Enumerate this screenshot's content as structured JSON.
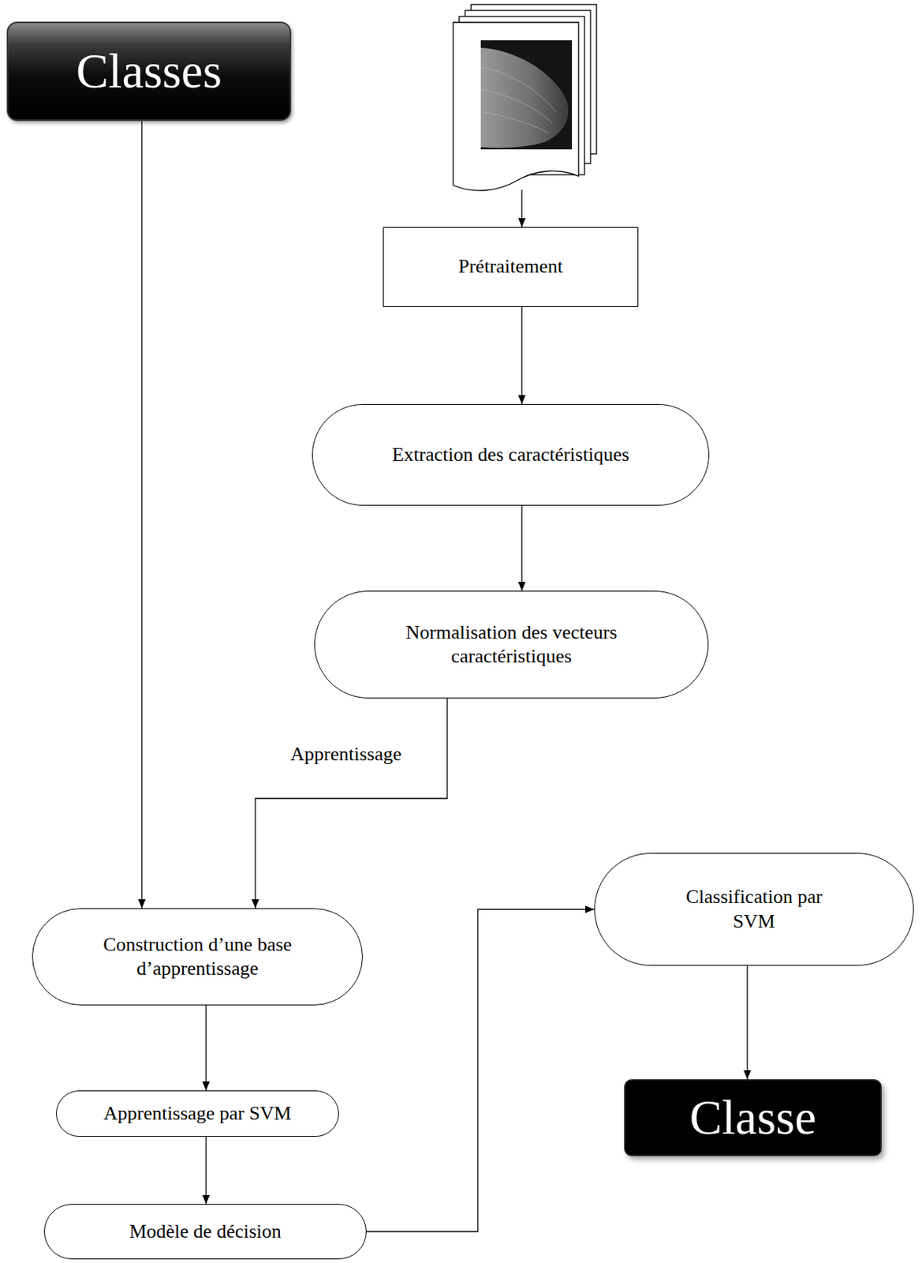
{
  "diagram": {
    "nodes": [
      {
        "text": [
          "Classes"
        ]
      },
      {
        "text": [
          "Prétraitement"
        ]
      },
      {
        "text": [
          "Extraction des caractéristiques"
        ]
      },
      {
        "text": [
          "Normalisation des vecteurs caractéristiques"
        ]
      },
      {
        "text": [
          "Construction d’une base d’apprentissage"
        ]
      },
      {
        "text": [
          "Apprentissage par SVM"
        ]
      },
      {
        "text": [
          "Modèle de décision"
        ]
      },
      {
        "text": [
          "Classification par SVM"
        ]
      },
      {
        "text": [
          "Classe"
        ]
      }
    ],
    "edges": [
      {
        "from": 0,
        "to": 4,
        "arrow": "to"
      },
      {
        "from": 1,
        "to": 2,
        "arrow": "to"
      },
      {
        "from": 2,
        "to": 3,
        "arrow": "to"
      },
      {
        "from": 3,
        "to": 4,
        "label": "Apprentissage",
        "arrow": "to"
      },
      {
        "from": 4,
        "to": 5,
        "arrow": "to"
      },
      {
        "from": 5,
        "to": 6,
        "arrow": "to"
      },
      {
        "from": 6,
        "to": 7,
        "arrow": "to"
      },
      {
        "from": 7,
        "to": 8,
        "arrow": "to"
      }
    ]
  }
}
